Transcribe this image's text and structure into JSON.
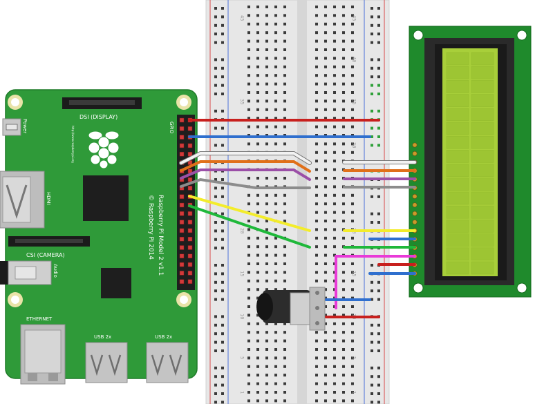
{
  "pi": {
    "dsi_label": "DSI (DISPLAY)",
    "gpio_label": "GPIO",
    "power_label": "Power",
    "hdmi_label": "HDMI",
    "csi_label": "CSI (CAMERA)",
    "audio_label": "Audio",
    "ethernet_label": "ETHERNET",
    "usb_left_label": "USB 2x",
    "usb_right_label": "USB 2x",
    "model_label": "Raspberry Pi Model 2 v1.1",
    "copyright_label": "© Raspberry Pi 2014",
    "url_label": "http://www.raspberrypi.org"
  },
  "breadboard": {
    "row_labels": [
      "45",
      "40",
      "35",
      "30",
      "25",
      "20",
      "15",
      "10",
      "5",
      "1"
    ]
  },
  "colors": {
    "pcb": "#2f9a39",
    "lcd_pcb": "#1f8a2c",
    "lcd_screen": "#a8cf3a",
    "wire_red": "#c8201e",
    "wire_blue": "#2f6fce",
    "wire_white": "#f2f2f2",
    "wire_orange": "#e0701a",
    "wire_purple": "#9b4fa7",
    "wire_gray": "#8c8c8c",
    "wire_yellow": "#f3ec2b",
    "wire_green": "#1fb83a",
    "wire_magenta": "#e93ad8"
  },
  "icons": [
    "raspberry-logo-icon"
  ]
}
